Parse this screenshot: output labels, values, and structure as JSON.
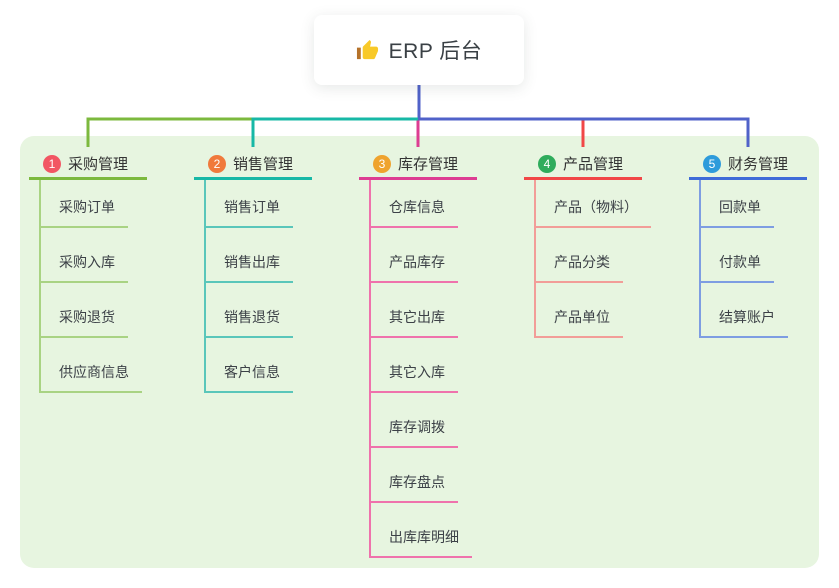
{
  "root": {
    "icon": "thumbs-up",
    "label": "ERP 后台"
  },
  "colors": {
    "page_background": "#FFFFFF",
    "panel_background": "#E7F5E0",
    "stem_blue": "#5062C9",
    "root_text": "#3A4045",
    "title_text": "#333333",
    "child_text": "#3C4147"
  },
  "branches": [
    {
      "num": "1",
      "label": "采购管理",
      "badge_color": "#F25663",
      "line_color": "#7CB93E",
      "child_line_color": "#A9D383",
      "children": [
        "采购订单",
        "采购入库",
        "采购退货",
        "供应商信息"
      ]
    },
    {
      "num": "2",
      "label": "销售管理",
      "badge_color": "#F07A3C",
      "line_color": "#17B8A6",
      "child_line_color": "#5AC6BA",
      "children": [
        "销售订单",
        "销售出库",
        "销售退货",
        "客户信息"
      ]
    },
    {
      "num": "3",
      "label": "库存管理",
      "badge_color": "#EFA32E",
      "line_color": "#DD3D92",
      "child_line_color": "#EF72AC",
      "children": [
        "仓库信息",
        "产品库存",
        "其它出库",
        "其它入库",
        "库存调拨",
        "库存盘点",
        "出库库明细"
      ]
    },
    {
      "num": "4",
      "label": "产品管理",
      "badge_color": "#2FAC5C",
      "line_color": "#F14747",
      "child_line_color": "#F29D98",
      "children": [
        "产品（物料）",
        "产品分类",
        "产品单位"
      ]
    },
    {
      "num": "5",
      "label": "财务管理",
      "badge_color": "#2E9BDB",
      "line_color": "#3F6BD8",
      "child_line_color": "#7E9DE2",
      "children": [
        "回款单",
        "付款单",
        "结算账户"
      ]
    }
  ]
}
